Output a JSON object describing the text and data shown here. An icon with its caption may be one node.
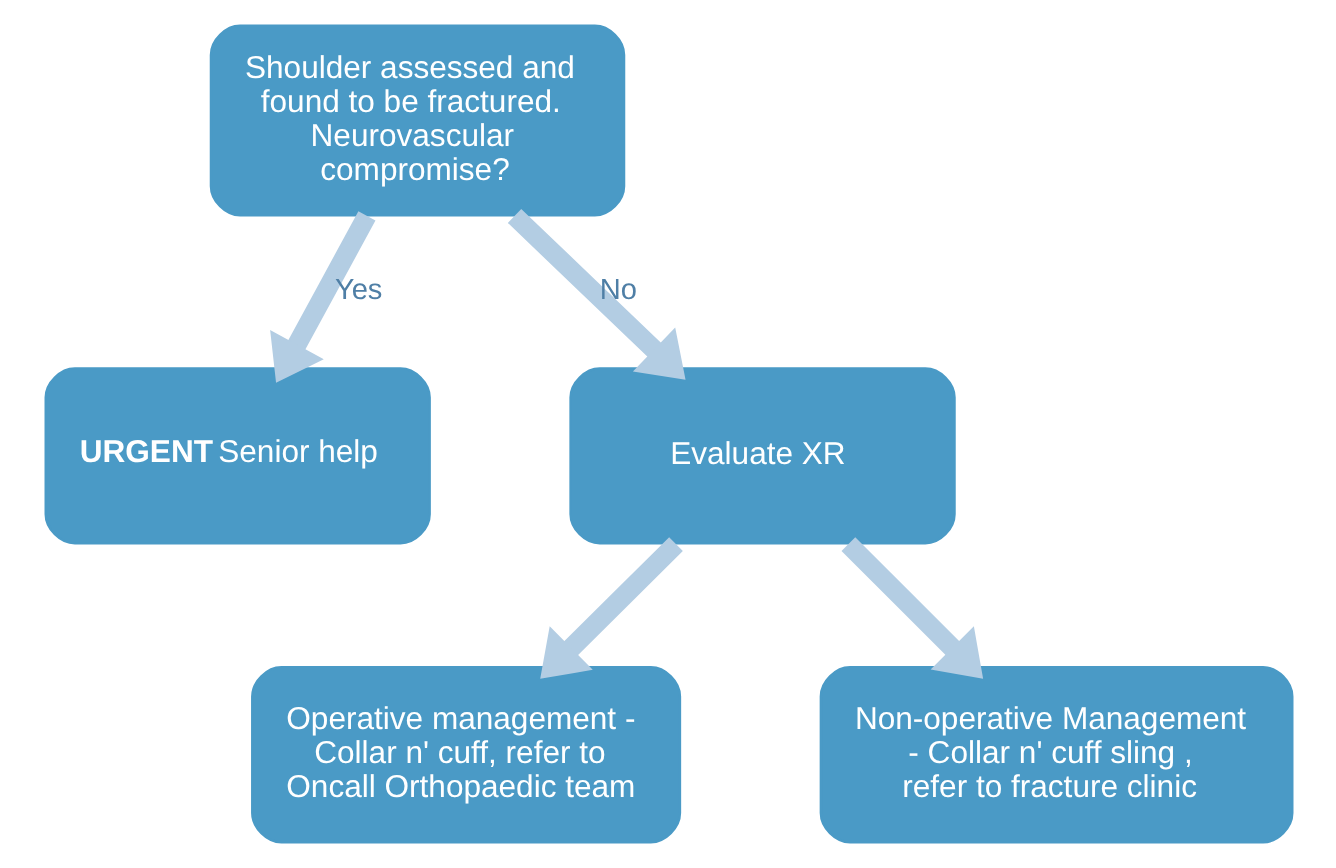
{
  "diagram": {
    "nodes": [
      {
        "text": [
          "Shoulder assessed and found to be fractured. Neurovascular compromise?"
        ]
      },
      {
        "text": [
          "**URGENT** Senior help"
        ]
      },
      {
        "text": [
          "Evaluate XR"
        ]
      },
      {
        "text": [
          "Operative management - Collar n' cuff, refer to Oncall Orthopaedic team"
        ]
      },
      {
        "text": [
          "Non-operative Management - Collar n' cuff sling , refer to fracture clinic"
        ]
      }
    ],
    "edges": [
      {
        "from": 0,
        "to": 1,
        "arrow": "to",
        "label": "Yes"
      },
      {
        "from": 0,
        "to": 2,
        "arrow": "to",
        "label": "No"
      },
      {
        "from": 2,
        "to": 3,
        "arrow": "to"
      },
      {
        "from": 2,
        "to": 4,
        "arrow": "to"
      }
    ]
  }
}
